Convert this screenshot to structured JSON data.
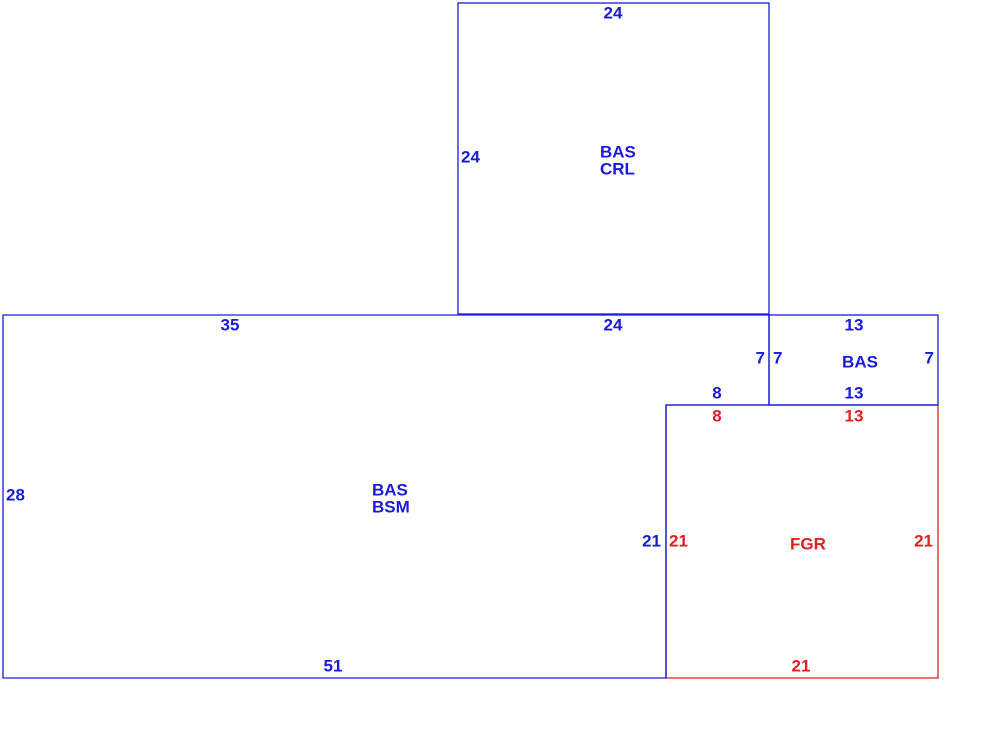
{
  "colors": {
    "living": "#1a1ad9",
    "garage": "#e02020",
    "background": "#ffffff"
  },
  "areas": {
    "crawl": {
      "line1": "BAS",
      "line2": "CRL",
      "top": "24",
      "left": "24",
      "bottom": "24"
    },
    "basement": {
      "line1": "BAS",
      "line2": "BSM",
      "top": "35",
      "left": "28",
      "bottom": "51",
      "right": "21",
      "notch_right": "7",
      "notch_bottom": "8"
    },
    "bas_small": {
      "line1": "BAS",
      "top": "13",
      "left": "7",
      "right": "7",
      "bottom": "13"
    },
    "garage": {
      "line1": "FGR",
      "top_left": "8",
      "top_right": "13",
      "left": "21",
      "right": "21",
      "bottom": "21"
    }
  }
}
